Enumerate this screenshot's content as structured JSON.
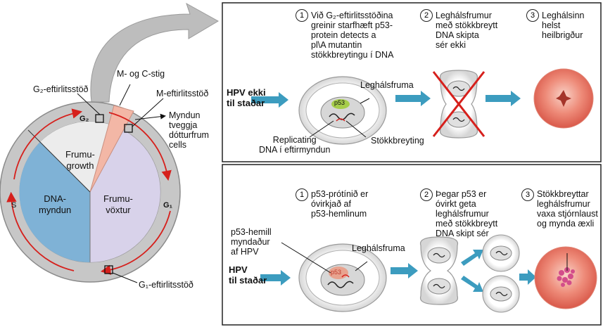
{
  "cycle": {
    "g2_checkpoint": "G₂-eftirlitsstöð",
    "m_and_c_phase": "M- og C-stig",
    "m_checkpoint": "M-eftirlitsstöð",
    "daughter_cells": [
      "Myndun",
      "tveggja",
      "dótturfrum",
      "cells"
    ],
    "g1_checkpoint": "G₁-eftirlitsstöð",
    "g2_marker": "G₂",
    "g1_marker": "G₁",
    "s_marker": "S",
    "growth_top": [
      "Frumu-",
      "growth"
    ],
    "dna_synthesis": [
      "DNA-",
      "myndun"
    ],
    "growth_right": [
      "Frumu-",
      "vöxtur"
    ]
  },
  "top_panel": {
    "row_label": [
      "HPV ekki",
      "til staðar"
    ],
    "step1": {
      "num": "1",
      "lines": [
        "Við G₂-eftirlitsstöðina",
        "greinir starfhæft p53-",
        "protein detects a",
        "pl\\A mutantin",
        "stökkbreytingu í DNA"
      ]
    },
    "step2": {
      "num": "2",
      "lines": [
        "Leghálsfrumur",
        "með stökkbreytt",
        "DNA skipta",
        "sér ekki"
      ]
    },
    "step3": {
      "num": "3",
      "lines": [
        "Leghálsinn",
        "helst",
        "heilbrigður"
      ]
    },
    "cell_label": "Leghálsfruma",
    "p53_label": "p53",
    "replicating": [
      "Replicating",
      "DNA í eftirmyndun"
    ],
    "mutation": "Stökkbreyting"
  },
  "bottom_panel": {
    "row_label": [
      "HPV",
      "til staðar"
    ],
    "step1": {
      "num": "1",
      "lines": [
        "p53-prótínið er",
        "óvirkjað af",
        "p53-hemlinum"
      ]
    },
    "step2": {
      "num": "2",
      "lines": [
        "Þegar p53 er",
        "óvirkt geta",
        "leghálsfrumur",
        "með stökkbreytt",
        "DNA skipt sér"
      ]
    },
    "step3": {
      "num": "3",
      "lines": [
        "Stökkbreyttar",
        "leghálsfrumur",
        "vaxa stjórnlaust",
        "og mynda æxli"
      ]
    },
    "inhibitor": [
      "p53-hemill",
      "myndaður",
      "af HPV"
    ],
    "cell_label": "Leghálsfruma",
    "p53_label": "p53"
  }
}
